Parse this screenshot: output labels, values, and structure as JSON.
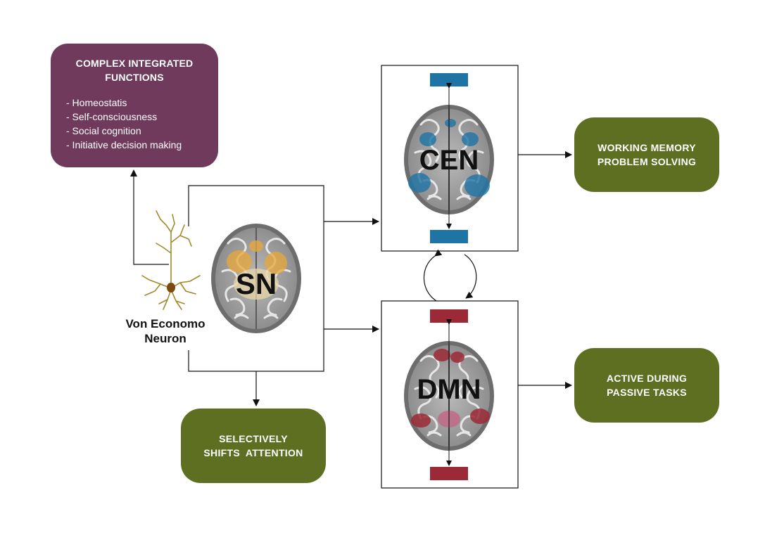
{
  "complex_box": {
    "title_line1": "COMPLEX INTEGRATED",
    "title_line2": "FUNCTIONS",
    "items": [
      "- Homeostatis",
      "- Self-consciousness",
      "- Social cognition",
      "- Initiative decision making"
    ]
  },
  "networks": {
    "cen": "CEN",
    "sn": "SN",
    "dmn": "DMN"
  },
  "neuron": {
    "line1": "Von Economo",
    "line2": "Neuron"
  },
  "outcomes": {
    "cen": {
      "line1": "WORKING MEMORY",
      "line2": "PROBLEM SOLVING"
    },
    "dmn": {
      "line1": "ACTIVE DURING",
      "line2": "PASSIVE TASKS"
    },
    "sn": {
      "line1": "SELECTIVELY",
      "line2": "SHIFTS  ATTENTION"
    }
  },
  "colors": {
    "purple_box": "#6f3a5c",
    "green_box": "#5f6f22",
    "cen_blue": "#1f74a6",
    "dmn_red": "#9b2a36",
    "sn_orange": "#e8a83a",
    "neuron": "#a08a2a"
  }
}
